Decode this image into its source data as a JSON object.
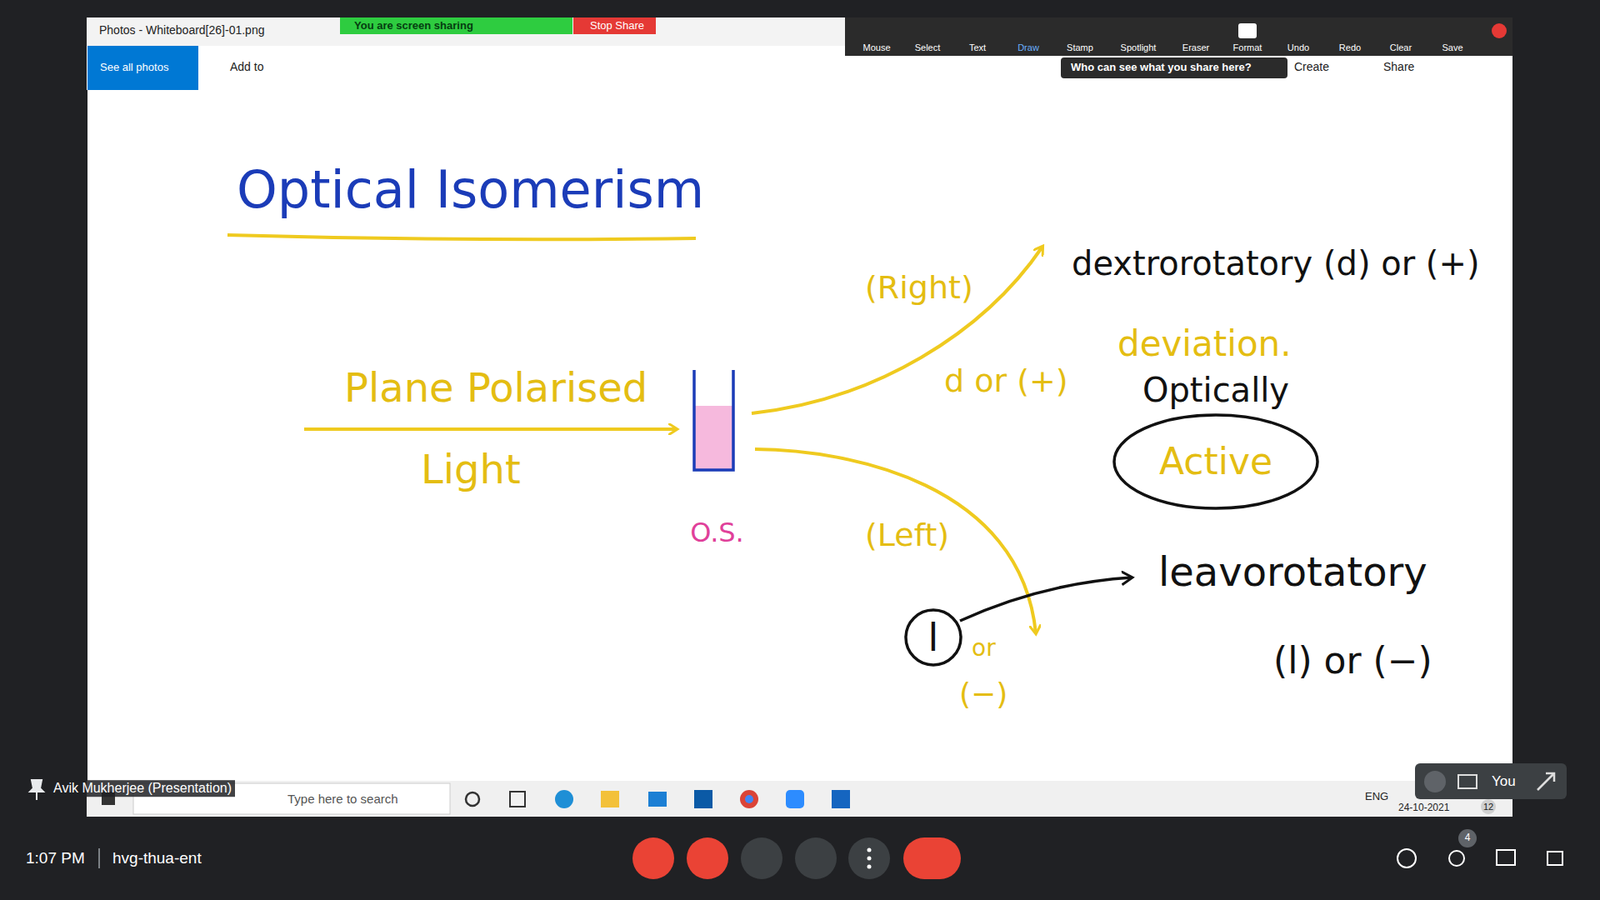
{
  "diagram": {
    "title": "Optical Isomerism",
    "nodes": [
      {
        "text": [
          "O.S."
        ]
      },
      {
        "text": [
          "Optically",
          "Active"
        ]
      },
      {
        "text": [
          "l"
        ]
      }
    ],
    "labels": [
      "Photos - Whiteboard[26]-01.png",
      "You are screen sharing",
      "Stop Share",
      "Mouse",
      "Select",
      "Text",
      "Draw",
      "Stamp",
      "Spotlight",
      "Eraser",
      "Format",
      "Undo",
      "Redo",
      "Clear",
      "Save",
      "Who can see what you share here?",
      "See all photos",
      "Add to",
      "Create",
      "Share",
      "Plane Polarised",
      "Light",
      "(Right)",
      "d or (+)",
      "dextrorotatory (d) or (+)",
      "deviation.",
      "(Left)",
      "or",
      "(−)",
      "leavorotatory",
      "(l) or (−)",
      "Avik Mukherjee (Presentation)",
      "Type here to search",
      "ENG",
      "24-10-2021",
      "12",
      "You",
      "1:07 PM",
      "hvg-thua-ent",
      "4"
    ]
  }
}
